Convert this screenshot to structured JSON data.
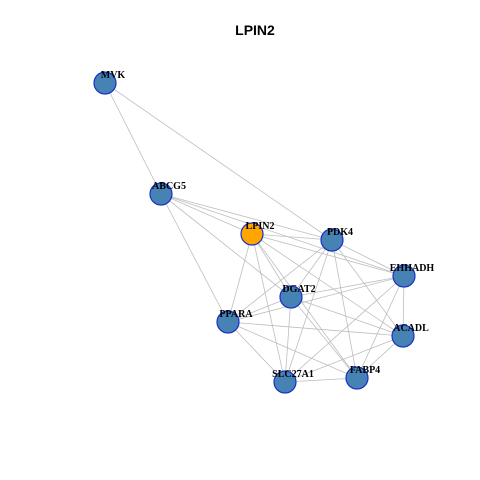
{
  "title": "LPIN2",
  "colors": {
    "hub_node": "#FFA500",
    "node": "#4682B4",
    "node_border": "#1A2FC8",
    "edge": "#BEBEBE",
    "background": "#FFFFFF"
  },
  "hub": "LPIN2",
  "nodes": [
    "MVK",
    "ABCG5",
    "LPIN2",
    "PDK4",
    "EHHADH",
    "DGAT2",
    "PPARA",
    "ACADL",
    "SLC27A1",
    "FABP4"
  ],
  "edges": [
    [
      "MVK",
      "ABCG5"
    ],
    [
      "MVK",
      "PDK4"
    ],
    [
      "ABCG5",
      "LPIN2"
    ],
    [
      "ABCG5",
      "PDK4"
    ],
    [
      "ABCG5",
      "EHHADH"
    ],
    [
      "ABCG5",
      "DGAT2"
    ],
    [
      "ABCG5",
      "PPARA"
    ],
    [
      "LPIN2",
      "PDK4"
    ],
    [
      "LPIN2",
      "EHHADH"
    ],
    [
      "LPIN2",
      "DGAT2"
    ],
    [
      "LPIN2",
      "PPARA"
    ],
    [
      "LPIN2",
      "ACADL"
    ],
    [
      "LPIN2",
      "SLC27A1"
    ],
    [
      "LPIN2",
      "FABP4"
    ],
    [
      "PDK4",
      "EHHADH"
    ],
    [
      "PDK4",
      "DGAT2"
    ],
    [
      "PDK4",
      "PPARA"
    ],
    [
      "PDK4",
      "ACADL"
    ],
    [
      "PDK4",
      "SLC27A1"
    ],
    [
      "PDK4",
      "FABP4"
    ],
    [
      "EHHADH",
      "DGAT2"
    ],
    [
      "EHHADH",
      "PPARA"
    ],
    [
      "EHHADH",
      "ACADL"
    ],
    [
      "EHHADH",
      "SLC27A1"
    ],
    [
      "EHHADH",
      "FABP4"
    ],
    [
      "DGAT2",
      "PPARA"
    ],
    [
      "DGAT2",
      "ACADL"
    ],
    [
      "DGAT2",
      "SLC27A1"
    ],
    [
      "DGAT2",
      "FABP4"
    ],
    [
      "PPARA",
      "ACADL"
    ],
    [
      "PPARA",
      "SLC27A1"
    ],
    [
      "PPARA",
      "FABP4"
    ],
    [
      "ACADL",
      "SLC27A1"
    ],
    [
      "ACADL",
      "FABP4"
    ],
    [
      "SLC27A1",
      "FABP4"
    ]
  ]
}
